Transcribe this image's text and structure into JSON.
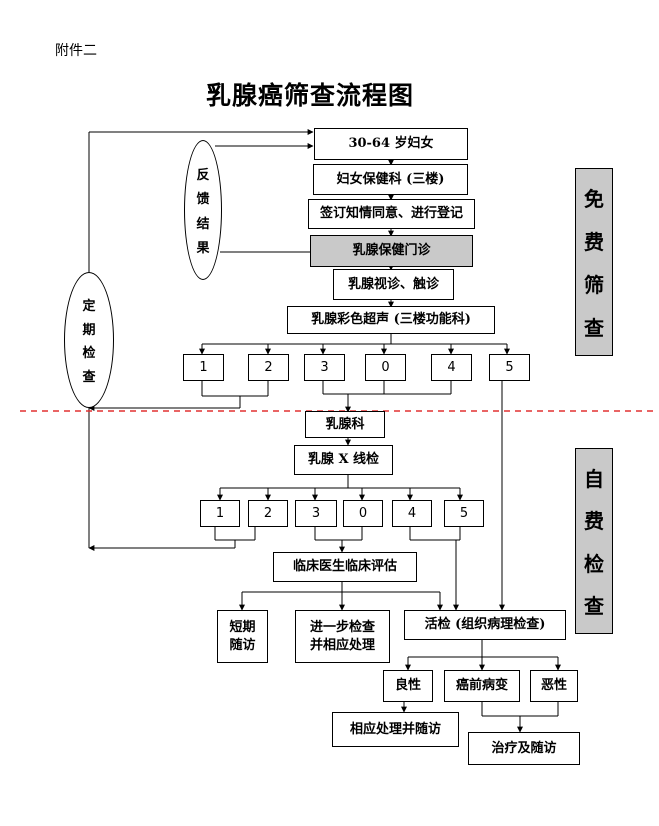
{
  "header_note": "附件二",
  "title": "乳腺癌筛查流程图",
  "free_section_label": [
    "免",
    "费",
    "筛",
    "查"
  ],
  "paid_section_label": [
    "自",
    "费",
    "检",
    "查"
  ],
  "feedback_oval": [
    "反",
    "馈",
    "结",
    "果"
  ],
  "periodic_oval": [
    "定",
    "期",
    "检",
    "查"
  ],
  "nodes": {
    "women": "30-64 岁妇女",
    "clinic": "妇女保健科 (三楼)",
    "consent": "签订知情同意、进行登记",
    "breast_clinic": "乳腺保健门诊",
    "exam": "乳腺视诊、触诊",
    "ultrasound": "乳腺彩色超声 (三楼功能科)",
    "breast_dept": "乳腺科",
    "xray": "乳腺 X 线检",
    "clinical_eval": "临床医生临床评估",
    "short_followup": "短期\n随访",
    "further_check": "进一步检查\n并相应处理",
    "biopsy": "活检 (组织病理检查)",
    "benign": "良性",
    "precancer": "癌前病变",
    "malignant": "恶性",
    "handle_followup": "相应处理并随访",
    "treatment": "治疗及随访"
  },
  "ultrasound_grades": [
    "1",
    "2",
    "3",
    "0",
    "4",
    "5"
  ],
  "xray_grades": [
    "1",
    "2",
    "3",
    "0",
    "4",
    "5"
  ],
  "colors": {
    "divider": "#e23030",
    "gray_fill": "#c9c9c9"
  }
}
